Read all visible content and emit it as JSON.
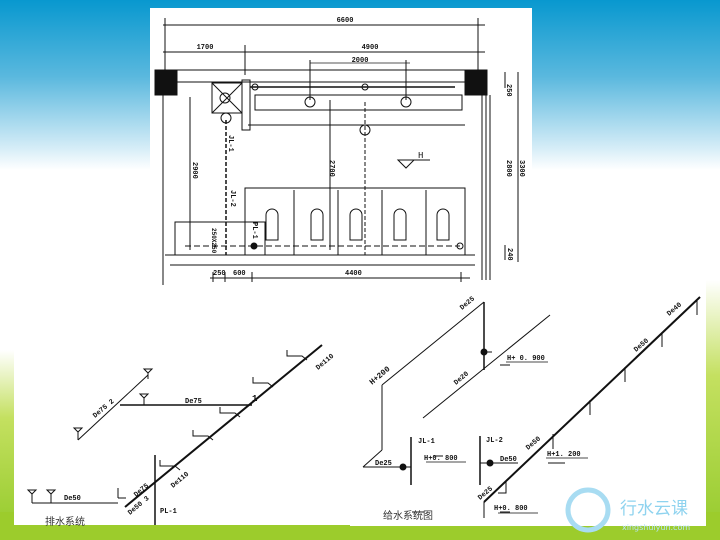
{
  "plan": {
    "dims": {
      "total": "6600",
      "left": "1700",
      "right": "4900",
      "spacing": "2000",
      "height_left": "2900",
      "height_mid": "2700",
      "height_right": "2800",
      "height_total": "3300",
      "top_offset": "250",
      "bottom_offset": "240",
      "b1": "250",
      "b2": "600",
      "b3": "4400"
    },
    "labels": {
      "jl1": "JL-1",
      "jl2": "JL-2",
      "pl1": "PL-1",
      "floor_drain": "250X250",
      "level": "H"
    }
  },
  "drainage": {
    "title": "排水系统",
    "labels": {
      "de75_branch": "De75 2",
      "de75_horiz": "De75",
      "node1": "1",
      "de110_top": "De110",
      "de110_bottom": "De110",
      "de75_low": "De75",
      "de50_3": "De50 3",
      "de50_left": "De50",
      "pl1": "PL-1"
    }
  },
  "supply": {
    "title": "给水系统图",
    "labels": {
      "de25_top": "De25",
      "h200": "H+200",
      "de20": "De20",
      "h0900": "H+ 0. 900",
      "jl1": "JL-1",
      "de25_jl1": "De25",
      "h0800_a": "H+0. 800",
      "jl2": "JL-2",
      "de50_jl2": "De50",
      "de25_low": "De25",
      "de50_a": "De50",
      "h1200": "H+1. 200",
      "de50_b": "De50",
      "de40": "De40",
      "h0800_b": "H+0. 800"
    }
  },
  "watermark": {
    "name": "行水云课",
    "url": "xingshuiyun.com"
  }
}
